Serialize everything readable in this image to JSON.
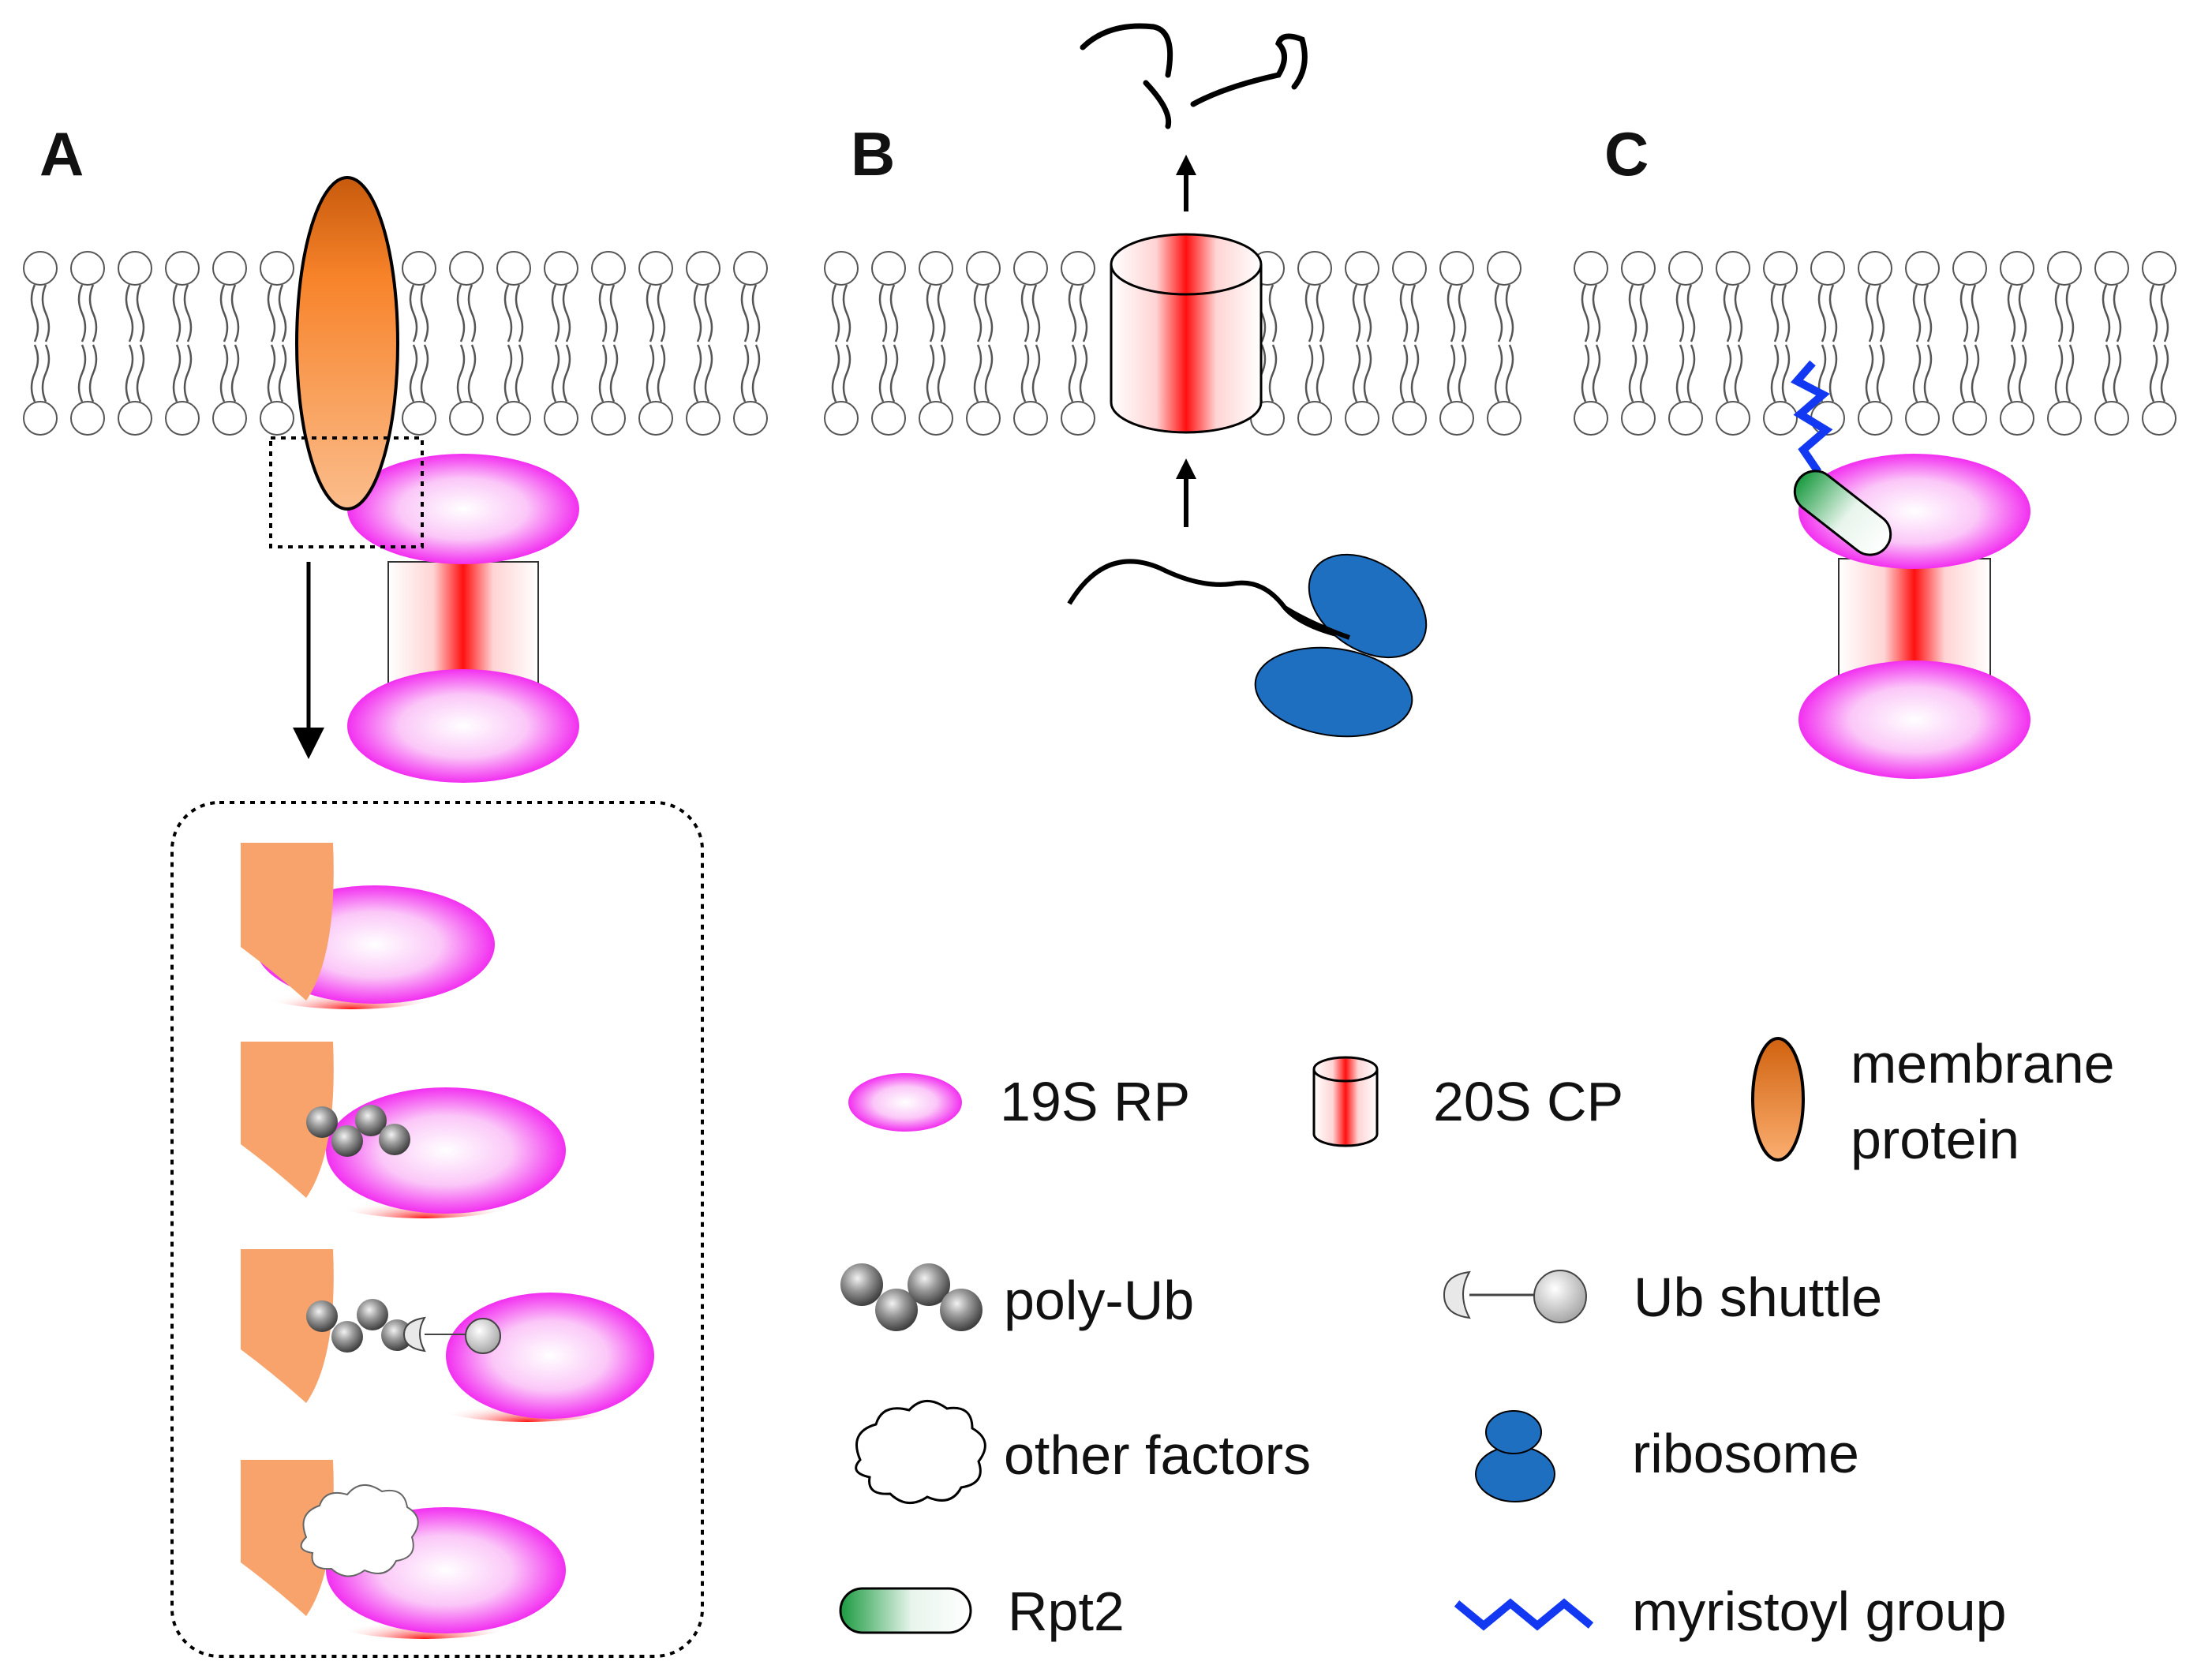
{
  "panels": {
    "a": "A",
    "b": "B",
    "c": "C"
  },
  "legend": {
    "rp19s": "19S RP",
    "cp20s": "20S CP",
    "membrane_protein_line1": "membrane",
    "membrane_protein_line2": "protein",
    "poly_ub": "poly-Ub",
    "ub_shuttle": "Ub shuttle",
    "other_factors": "other factors",
    "ribosome": "ribosome",
    "rpt2": "Rpt2",
    "myristoyl": "myristoyl group"
  },
  "colors": {
    "rp19s_magenta": "#f22ff0",
    "cp20s_red": "#ff1010",
    "membrane_protein_orange": "#f57a1c",
    "inset_orange": "#f7a36b",
    "poly_ub_gray": "#6b6b6b",
    "ribosome_blue": "#1f6fc1",
    "rpt2_green": "#1fa84a",
    "myristoyl_blue": "#1238f2"
  }
}
